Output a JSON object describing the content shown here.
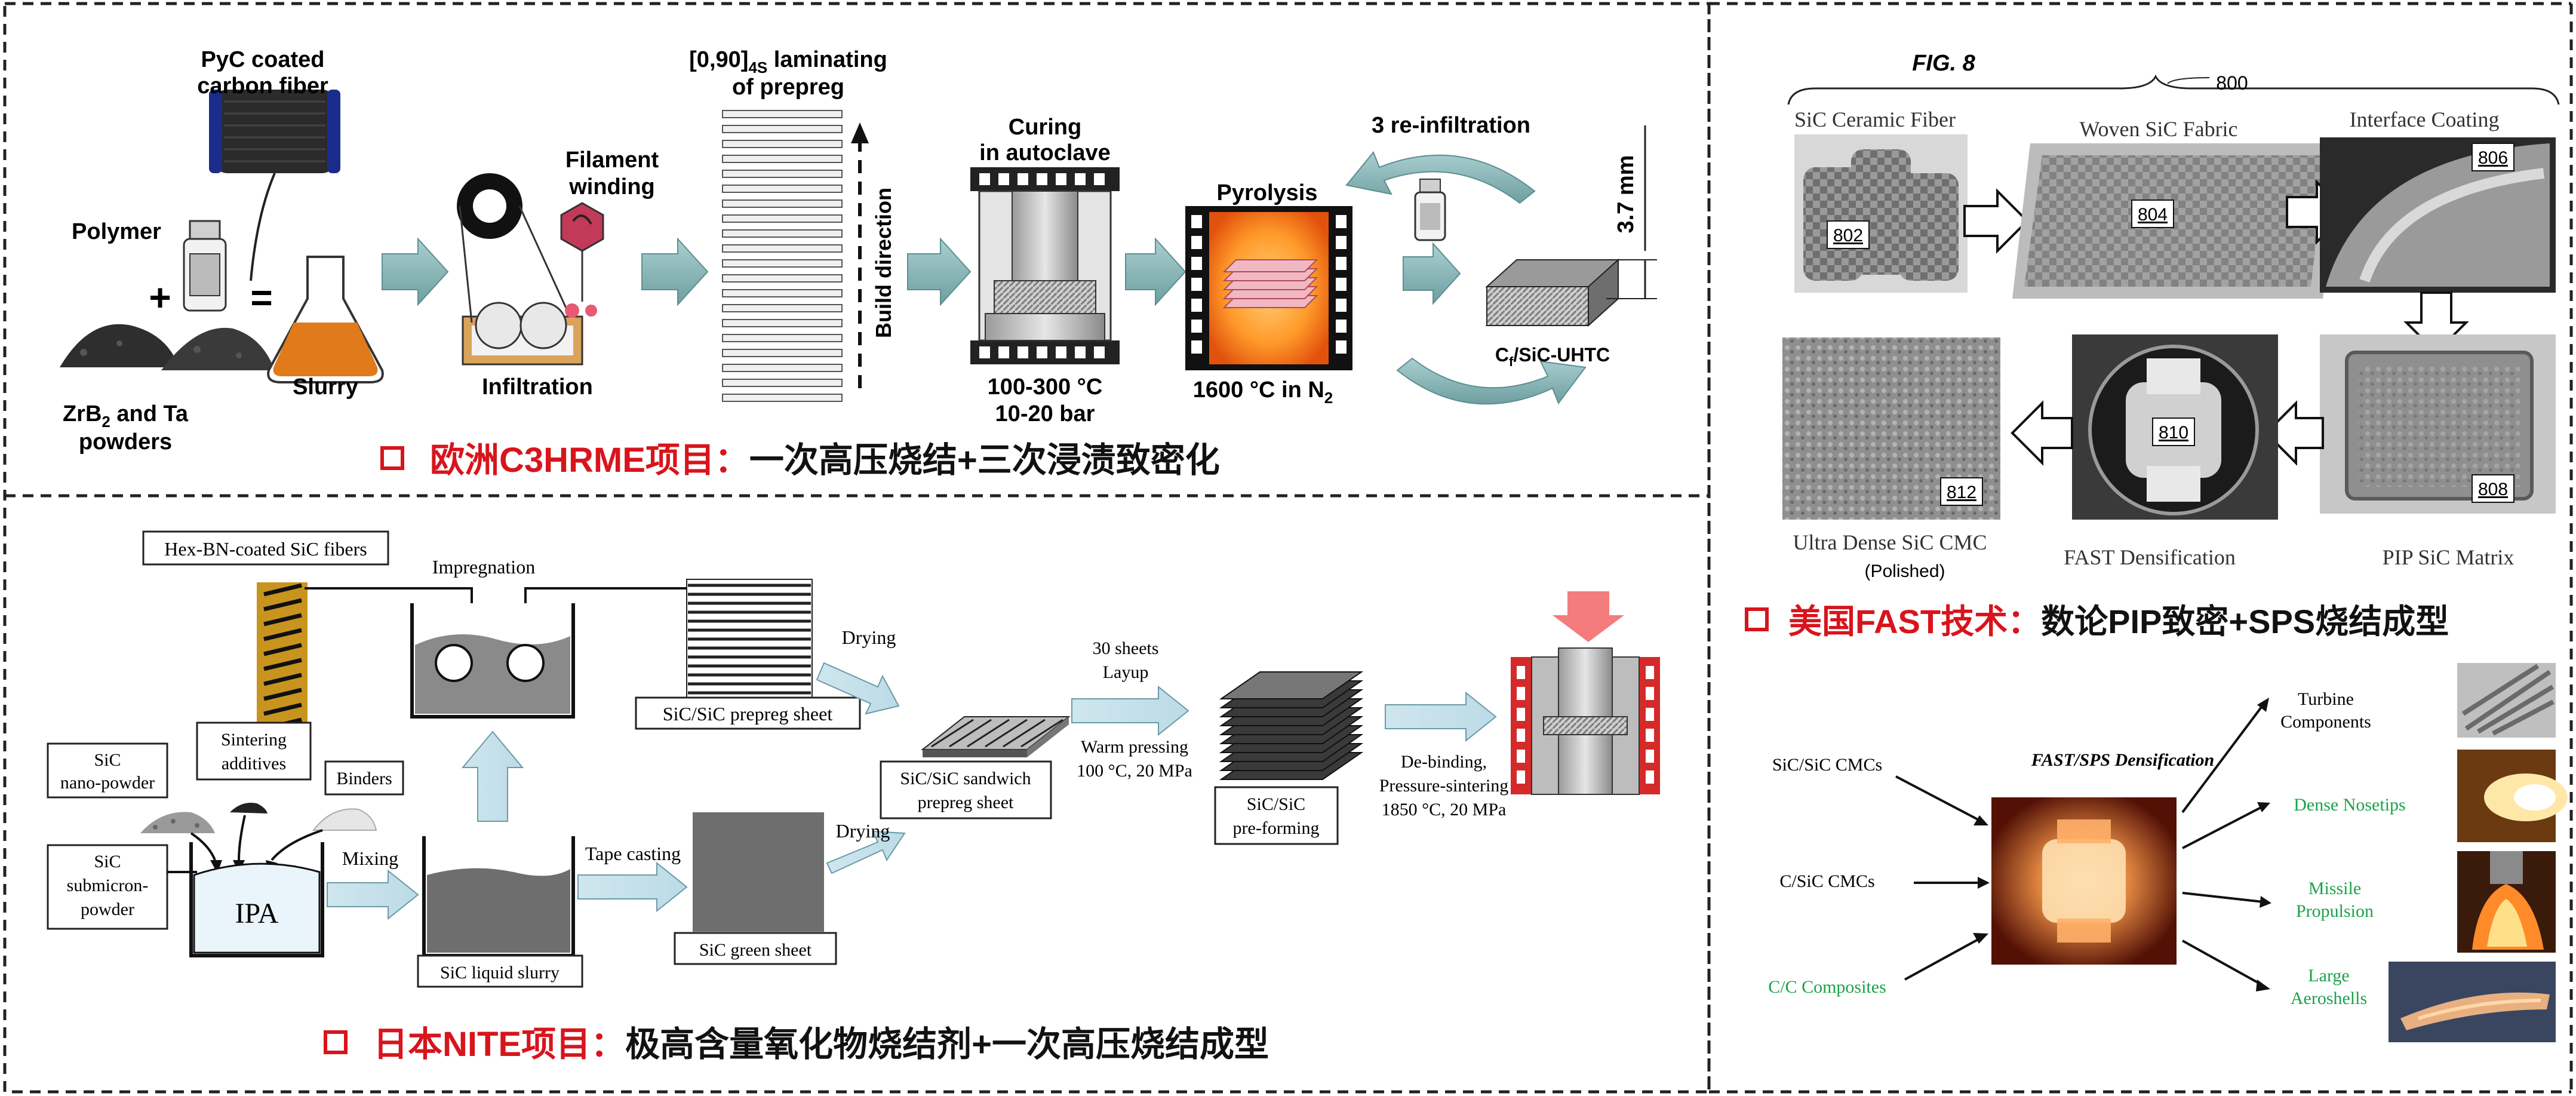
{
  "panel_eu": {
    "caption_prefix": "欧洲C3HRME项目：",
    "caption_main": "一次高压烧结+三次浸渍致密化",
    "labels": {
      "pyc_line1": "PyC coated",
      "pyc_line2": "carbon fiber",
      "polymer": "Polymer",
      "plus": "+",
      "equals": "=",
      "zrb2_line1": "ZrB",
      "zrb2_sub": "2",
      "zrb2_line1_rest": " and Ta",
      "zrb2_line2": "powders",
      "slurry": "Slurry",
      "filament_line1": "Filament",
      "filament_line2": "winding",
      "infiltration": "Infiltration",
      "laminating_prefix": "[0,90]",
      "laminating_sub": "4S",
      "laminating_rest": " laminating",
      "laminating_line2": "of prepreg",
      "build_direction": "Build direction",
      "curing_line1": "Curing",
      "curing_line2": "in autoclave",
      "curing_temp": "100-300 °C",
      "curing_pressure": "10-20 bar",
      "pyrolysis": "Pyrolysis",
      "pyrolysis_temp": "1600 °C in N",
      "pyrolysis_temp_sub": "2",
      "reinfiltration": "3 re-infiltration",
      "thickness": "3.7 mm",
      "product": "C",
      "product_sub": "f",
      "product_rest": "/SiC-UHTC"
    }
  },
  "panel_jp": {
    "caption_prefix": "日本NITE项目：",
    "caption_main": "极高含量氧化物烧结剂+一次高压烧结成型",
    "labels": {
      "fibers": "Hex-BN-coated SiC fibers",
      "impregnation": "Impregnation",
      "prepreg_sheet": "SiC/SiC  prepreg  sheet",
      "drying1": "Drying",
      "sheets_line1": "30 sheets",
      "sheets_line2": "Layup",
      "warm_line1": "Warm pressing",
      "warm_line2": "100 °C, 20 MPa",
      "sandwich_line1": "SiC/SiC sandwich",
      "sandwich_line2": "prepreg sheet",
      "preforming_line1": "SiC/SiC",
      "preforming_line2": "pre-forming",
      "debinding_line1": "De-binding,",
      "debinding_line2": "Pressure-sintering",
      "debinding_line3": "1850 °C, 20 MPa",
      "nano_line1": "SiC",
      "nano_line2": "nano-powder",
      "sintering_line1": "Sintering",
      "sintering_line2": "additives",
      "binders": "Binders",
      "submicron_line1": "SiC",
      "submicron_line2": "submicron-",
      "submicron_line3": "powder",
      "ipa": "IPA",
      "mixing": "Mixing",
      "liquid_slurry": "SiC liquid slurry",
      "tape_casting": "Tape casting",
      "green_sheet": "SiC green sheet",
      "drying2": "Drying"
    }
  },
  "panel_us": {
    "caption_prefix": "美国FAST技术：",
    "caption_main": "数论PIP致密+SPS烧结成型",
    "fig_label": "FIG. 8",
    "ref_800": "800",
    "step_labels": {
      "fiber": "SiC Ceramic Fiber",
      "fabric": "Woven SiC Fabric",
      "coating": "Interface Coating",
      "cmc_line1": "Ultra Dense SiC CMC",
      "cmc_line2": "(Polished)",
      "fast": "FAST Densification",
      "matrix": "PIP SiC Matrix"
    },
    "refs": {
      "r802": "802",
      "r804": "804",
      "r806": "806",
      "r808": "808",
      "r810": "810",
      "r812": "812"
    },
    "fast_title": "FAST/SPS Densification",
    "inputs": [
      "SiC/SiC CMCs",
      "C/SiC CMCs",
      "C/C Composites"
    ],
    "outputs": [
      {
        "line1": "Turbine",
        "line2": "Components"
      },
      {
        "line1": "Dense Nosetips",
        "line2": ""
      },
      {
        "line1": "Missile",
        "line2": "Propulsion"
      },
      {
        "line1": "Large",
        "line2": "Aeroshells"
      }
    ],
    "colors": {
      "accent_green": "#1aa34a",
      "caption_red": "#d8141c"
    }
  }
}
